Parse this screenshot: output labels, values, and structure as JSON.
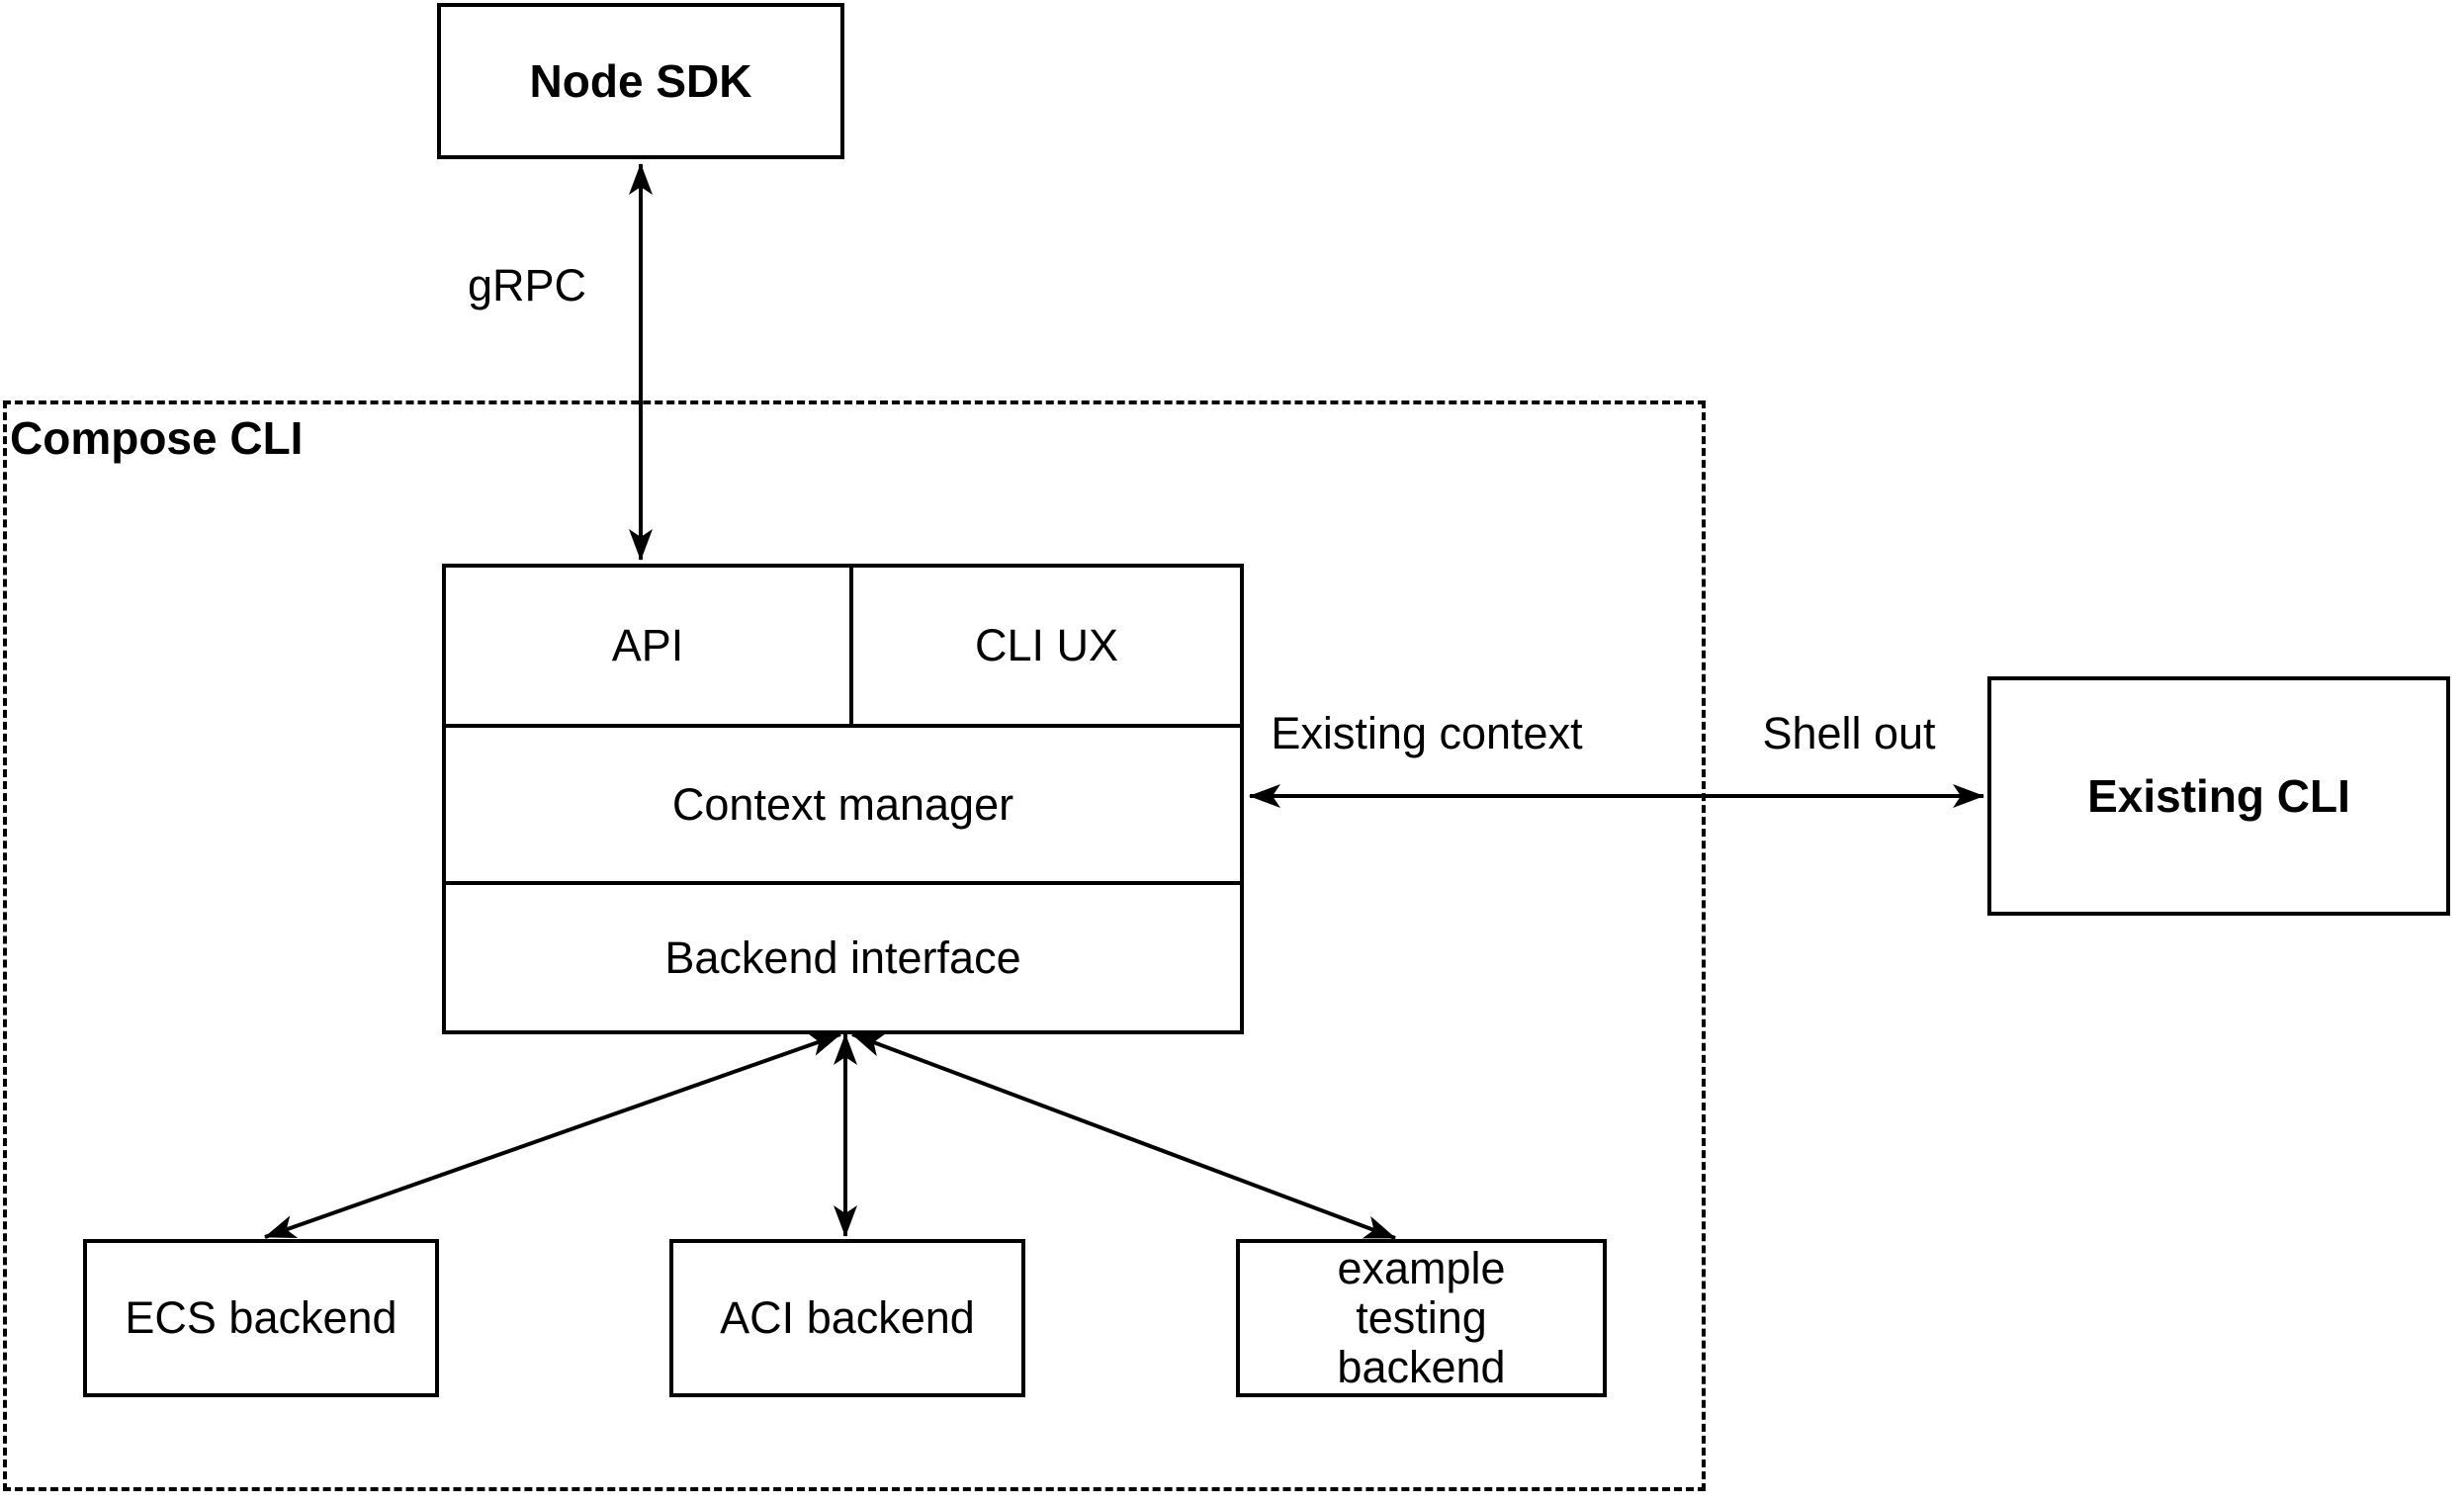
{
  "colors": {
    "stroke": "#000000",
    "background": "#ffffff"
  },
  "nodes": {
    "node_sdk": {
      "label": "Node SDK"
    },
    "compose_cli_group": {
      "label": "Compose CLI"
    },
    "api": {
      "label": "API"
    },
    "cli_ux": {
      "label": "CLI UX"
    },
    "context_manager": {
      "label": "Context manager"
    },
    "backend_interface": {
      "label": "Backend interface"
    },
    "existing_cli": {
      "label": "Existing CLI"
    },
    "ecs_backend": {
      "label": "ECS backend"
    },
    "aci_backend": {
      "label": "ACI backend"
    },
    "example_backend": {
      "label": "example testing backend"
    }
  },
  "edges": {
    "grpc": {
      "label": "gRPC"
    },
    "existing_context": {
      "label": "Existing context"
    },
    "shell_out": {
      "label": "Shell out"
    }
  }
}
